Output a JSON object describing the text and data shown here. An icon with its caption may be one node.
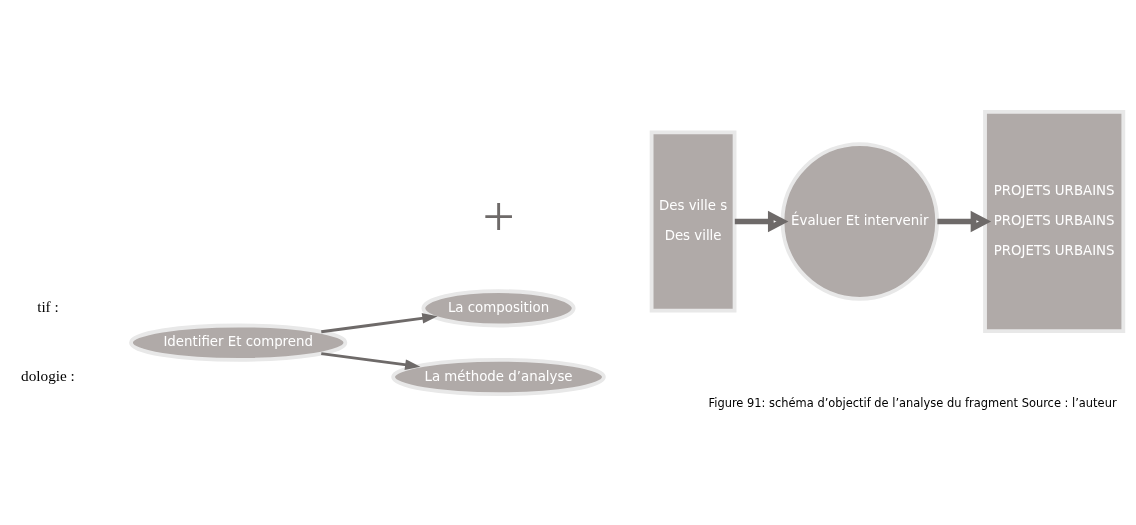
{
  "diagram": {
    "caption": "Figure 91: schéma d’objectif de l’analyse du fragment Source : l’auteur",
    "nodes": [
      {
        "text": [
          "Identifier Et comprend"
        ]
      },
      {
        "text": [
          "La composition"
        ]
      },
      {
        "text": [
          "La méthode d’analyse"
        ]
      },
      {
        "text": [
          "Des ville s",
          "Des ville"
        ]
      },
      {
        "text": [
          "Évaluer Et intervenir"
        ]
      },
      {
        "text": [
          "PROJETS URBAINS",
          "PROJETS URBAINS",
          "PROJETS URBAINS"
        ]
      }
    ],
    "edges": [
      {
        "from": 0,
        "to": 1,
        "arrow": "to"
      },
      {
        "from": 0,
        "to": 2,
        "arrow": "to"
      },
      {
        "from": 3,
        "to": 4,
        "arrow": "to",
        "style": "thick"
      },
      {
        "from": 4,
        "to": 5,
        "arrow": "to",
        "style": "thick"
      }
    ],
    "labels": [
      "tif :",
      "+",
      "dologie :"
    ]
  }
}
